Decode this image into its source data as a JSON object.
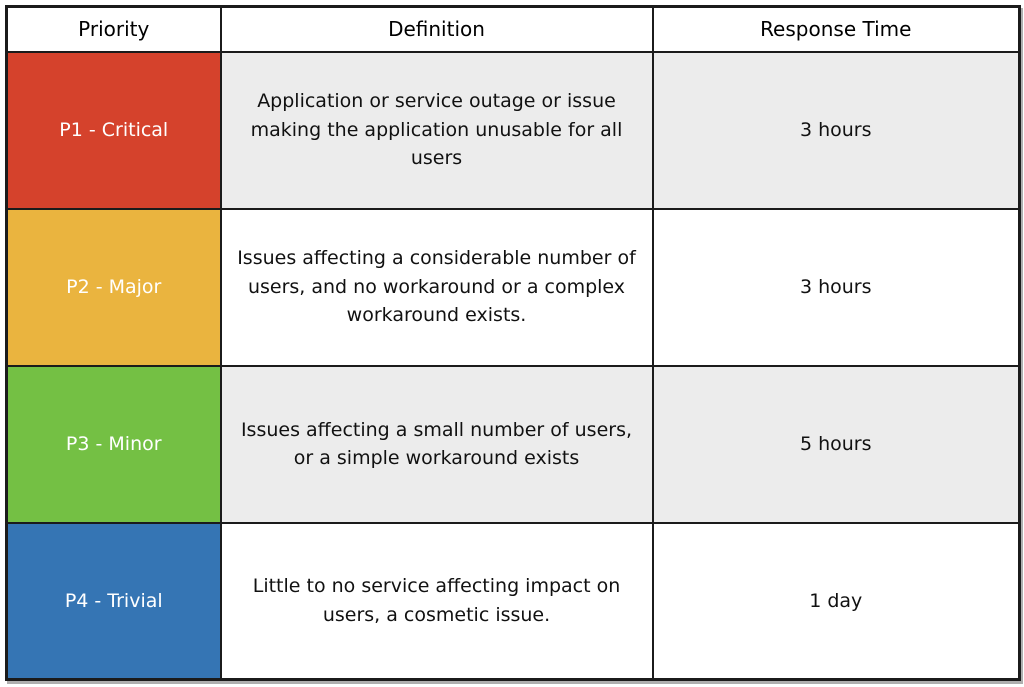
{
  "chart_data": {
    "type": "table",
    "columns": [
      "Priority",
      "Definition",
      "Response Time"
    ],
    "rows": [
      {
        "priority": "P1 - Critical",
        "definition": "Application or service outage or issue making the application unusable for all users",
        "response_time": "3 hours",
        "priority_color": "#d5422c",
        "zebra_bg": "#ececec"
      },
      {
        "priority": "P2 - Major",
        "definition": "Issues affecting a considerable number of users, and no workaround or a complex workaround exists.",
        "response_time": "3 hours",
        "priority_color": "#eab43f",
        "zebra_bg": "#ffffff"
      },
      {
        "priority": "P3 - Minor",
        "definition": "Issues affecting a small number of users, or a simple workaround exists",
        "response_time": "5 hours",
        "priority_color": "#74c044",
        "zebra_bg": "#ececec"
      },
      {
        "priority": "P4 - Trivial",
        "definition": "Little to no service affecting impact on users, a cosmetic issue.",
        "response_time": "1 day",
        "priority_color": "#3575b4",
        "zebra_bg": "#ffffff"
      }
    ]
  }
}
